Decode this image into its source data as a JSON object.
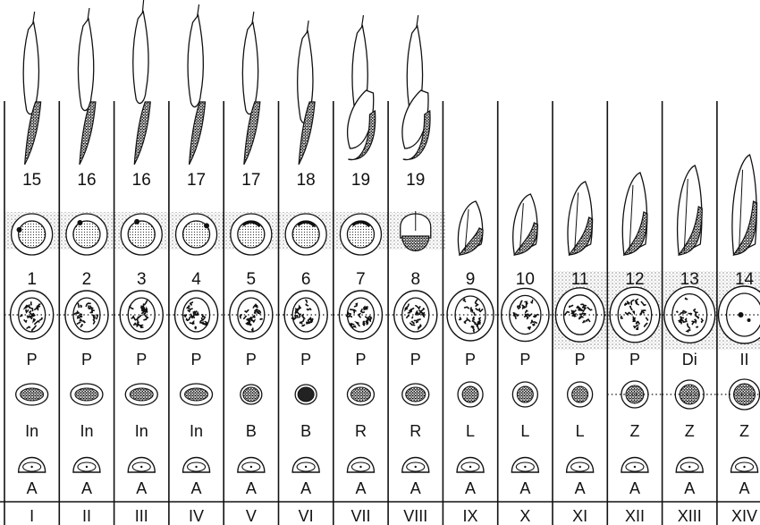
{
  "stages": [
    {
      "roman": "I",
      "spermatid": "15",
      "step": "1",
      "pachytene": "P",
      "pre": "In",
      "spermatogonium": "A"
    },
    {
      "roman": "II",
      "spermatid": "16",
      "step": "2",
      "pachytene": "P",
      "pre": "In",
      "spermatogonium": "A"
    },
    {
      "roman": "III",
      "spermatid": "16",
      "step": "3",
      "pachytene": "P",
      "pre": "In",
      "spermatogonium": "A"
    },
    {
      "roman": "IV",
      "spermatid": "17",
      "step": "4",
      "pachytene": "P",
      "pre": "In",
      "spermatogonium": "A"
    },
    {
      "roman": "V",
      "spermatid": "17",
      "step": "5",
      "pachytene": "P",
      "pre": "B",
      "spermatogonium": "A"
    },
    {
      "roman": "VI",
      "spermatid": "18",
      "step": "6",
      "pachytene": "P",
      "pre": "B",
      "spermatogonium": "A"
    },
    {
      "roman": "VII",
      "spermatid": "19",
      "step": "7",
      "pachytene": "P",
      "pre": "R",
      "spermatogonium": "A"
    },
    {
      "roman": "VIII",
      "spermatid": "19",
      "step": "8",
      "pachytene": "P",
      "pre": "R",
      "spermatogonium": "A"
    },
    {
      "roman": "IX",
      "spermatid": "",
      "step": "9",
      "pachytene": "P",
      "pre": "L",
      "spermatogonium": "A"
    },
    {
      "roman": "X",
      "spermatid": "",
      "step": "10",
      "pachytene": "P",
      "pre": "L",
      "spermatogonium": "A"
    },
    {
      "roman": "XI",
      "spermatid": "",
      "step": "11",
      "pachytene": "P",
      "pre": "L",
      "spermatogonium": "A"
    },
    {
      "roman": "XII",
      "spermatid": "",
      "step": "12",
      "pachytene": "P",
      "pre": "Z",
      "spermatogonium": "A"
    },
    {
      "roman": "XIII",
      "spermatid": "",
      "step": "13",
      "pachytene": "Di",
      "pre": "Z",
      "spermatogonium": "A"
    },
    {
      "roman": "XIV",
      "spermatid": "",
      "step": "14",
      "pachytene": "II",
      "pre": "Z",
      "spermatogonium": "A"
    }
  ]
}
